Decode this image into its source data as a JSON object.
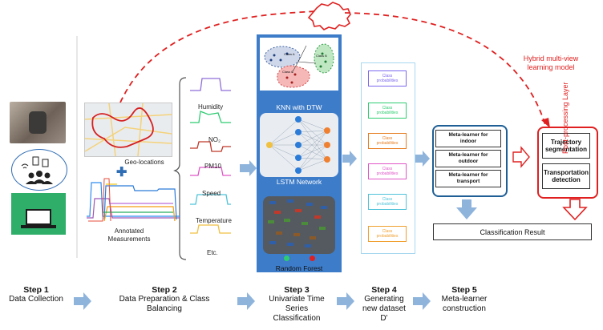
{
  "hybrid_label": [
    "Hybrid multi-view",
    "learning model"
  ],
  "post_processing_label": "Post-processing Layer",
  "step2": {
    "geo_label": "Geo-locations",
    "annotated_label": [
      "Annotated",
      "Measurements"
    ],
    "sensors": [
      "Humidity",
      "NO₂",
      "PM10",
      "Speed",
      "Temperature",
      "Etc."
    ]
  },
  "step3": {
    "knn_label": "KNN with DTW",
    "lstm_label": "LSTM Network",
    "rf_label": "Random Forest",
    "cluster_labels": [
      "Class A",
      "Class B",
      "Class C"
    ]
  },
  "step4": {
    "class_prob_label": [
      "Class",
      "probabilities"
    ],
    "colors": [
      "#7b68ee",
      "#2ecc71",
      "#e67e22",
      "#e056c8",
      "#4fc3d9",
      "#f0a030"
    ]
  },
  "step5": {
    "meta_learners": [
      [
        "Meta-learner for",
        "indoor"
      ],
      [
        "Meta-learner for",
        "outdoor"
      ],
      [
        "Meta-learner for",
        "transport"
      ]
    ]
  },
  "post": {
    "boxes": [
      [
        "Trajectory",
        "segmentation"
      ],
      [
        "Transportation",
        "detection"
      ]
    ]
  },
  "result_label": "Classification Result",
  "steps": [
    {
      "title": "Step 1",
      "desc": [
        "Data Collection"
      ]
    },
    {
      "title": "Step 2",
      "desc": [
        "Data Preparation & Class",
        "Balancing"
      ]
    },
    {
      "title": "Step 3",
      "desc": [
        "Univariate Time",
        "Series",
        "Classification"
      ]
    },
    {
      "title": "Step 4",
      "desc": [
        "Generating",
        "new dataset",
        "D'"
      ]
    },
    {
      "title": "Step 5",
      "desc": [
        "Meta-learner",
        "construction"
      ]
    }
  ],
  "colors": {
    "accent_red": "#e02020",
    "arrow_blue": "#8fb4dc",
    "panel_blue": "#3d7cc9",
    "meta_border": "#1f5f95"
  }
}
